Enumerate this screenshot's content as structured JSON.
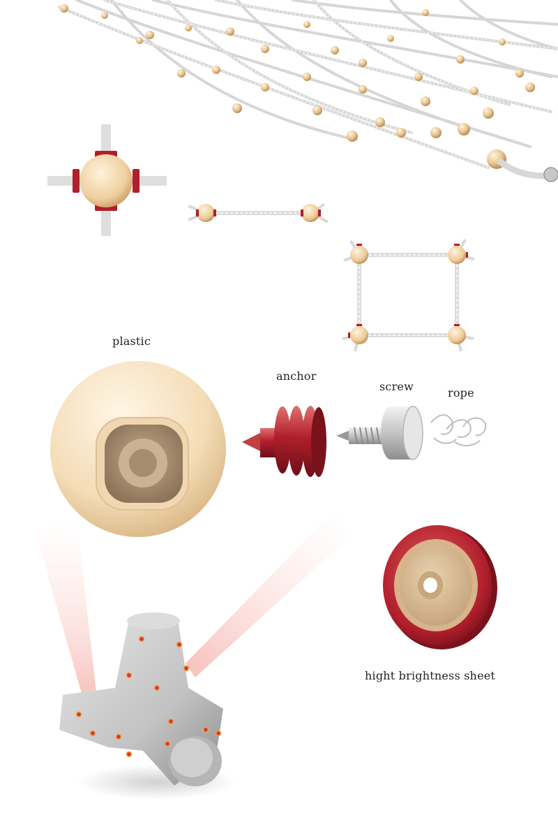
{
  "labels": {
    "plastic": "plastic",
    "anchor": "anchor",
    "screw": "screw",
    "rope": "rope",
    "sheet": "hight brightness sheet"
  },
  "colors": {
    "bead": "#efcf9f",
    "anchor_red": "#b01f2c",
    "rope": "#e9e9e9",
    "concrete": "#c9c9c9",
    "dot": "#d33a2a"
  }
}
